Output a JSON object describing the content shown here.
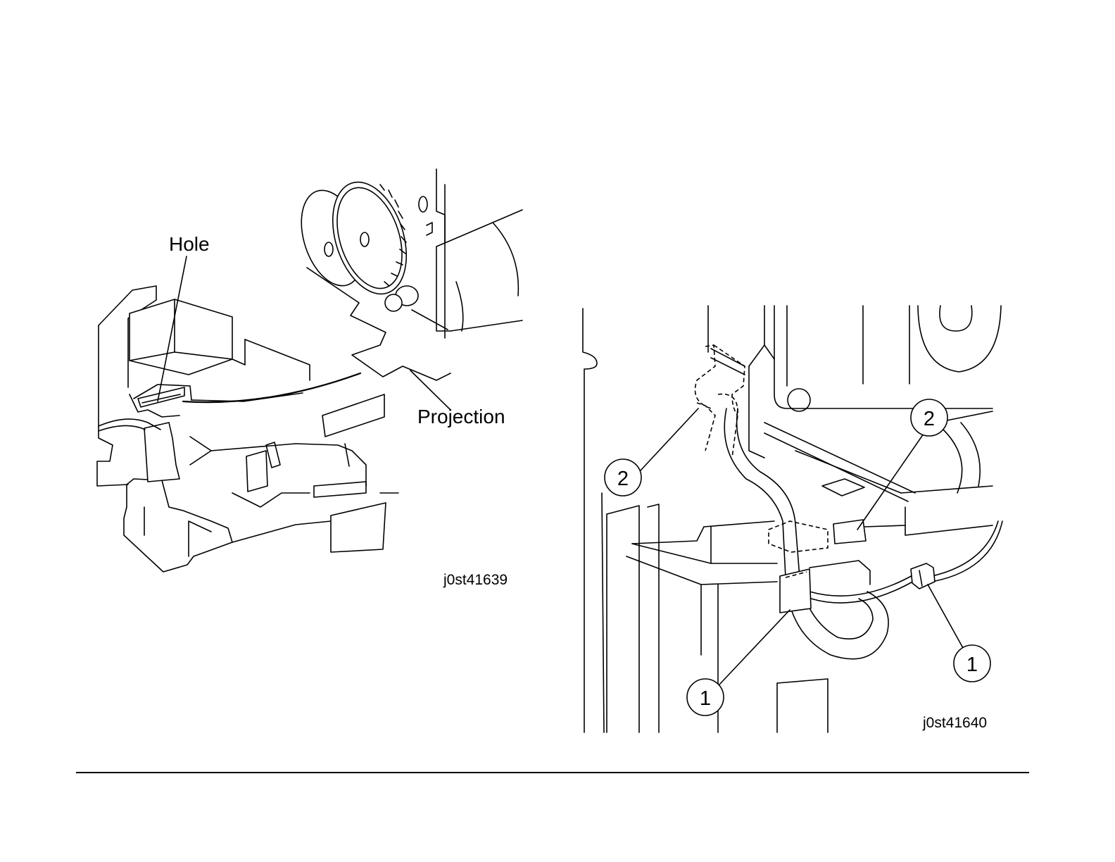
{
  "left_figure": {
    "label_hole": "Hole",
    "label_projection": "Projection",
    "figure_id": "j0st41639"
  },
  "right_figure": {
    "callouts": [
      "2",
      "2",
      "1",
      "1"
    ],
    "figure_id": "j0st41640"
  }
}
